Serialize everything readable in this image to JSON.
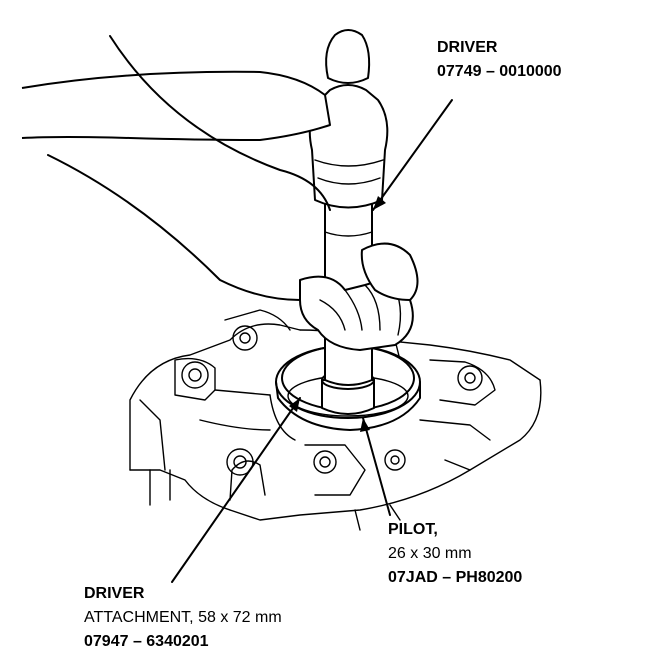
{
  "labels": {
    "driver": {
      "line1": "DRIVER",
      "line2": "07749 – 0010000"
    },
    "pilot": {
      "line1": "PILOT,",
      "line2": "26 x 30 mm",
      "line3": "07JAD – PH80200"
    },
    "attachment": {
      "line1": "DRIVER",
      "line2": "ATTACHMENT, 58 x 72 mm",
      "line3": "07947 – 6340201"
    }
  }
}
